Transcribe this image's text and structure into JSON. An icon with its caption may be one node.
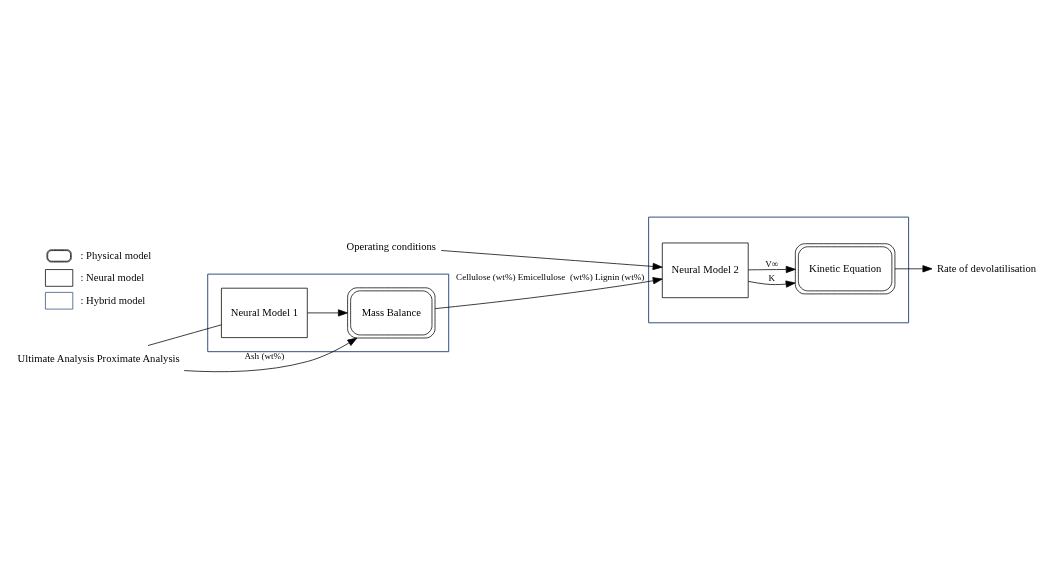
{
  "diagram": {
    "nodes": [
      {
        "text": [],
        "shape": "box"
      },
      {
        "text": [
          "Ultimate Analysis Proximate Analysis"
        ]
      },
      {
        "text": [
          "Neural Model 1"
        ],
        "in": 0
      },
      {
        "text": [
          "Mass Balance"
        ],
        "in": 0
      },
      {
        "text": [],
        "shape": "box"
      },
      {
        "text": [
          "Operating conditions"
        ]
      },
      {
        "text": [
          "Neural Model 2"
        ],
        "in": 4
      },
      {
        "text": [
          "Kinetic Equation"
        ],
        "in": 4
      },
      {
        "text": [
          "Rate of devolatilisation"
        ]
      }
    ],
    "edges": [
      {
        "from": 1,
        "to": 2,
        "arrow": "none"
      },
      {
        "from": 1,
        "to": 3,
        "arrow": "to",
        "label": "Ash (wt%)"
      },
      {
        "from": 2,
        "to": 3,
        "arrow": "to"
      },
      {
        "from": 3,
        "to": 6,
        "arrow": "to",
        "label": "Cellulose (wt%) Emicellulose  (wt%) Lignin (wt%)"
      },
      {
        "from": 5,
        "to": 6,
        "arrow": "to"
      },
      {
        "from": 6,
        "to": 7,
        "arrow": "to",
        "label": "K"
      },
      {
        "from": 6,
        "to": 7,
        "arrow": "to",
        "label": "V∞"
      },
      {
        "from": 7,
        "to": 8,
        "arrow": "to"
      }
    ],
    "legend": [
      {
        "text": ": Physical model"
      },
      {
        "text": ": Neural model"
      },
      {
        "text": ": Hybrid model"
      }
    ]
  }
}
